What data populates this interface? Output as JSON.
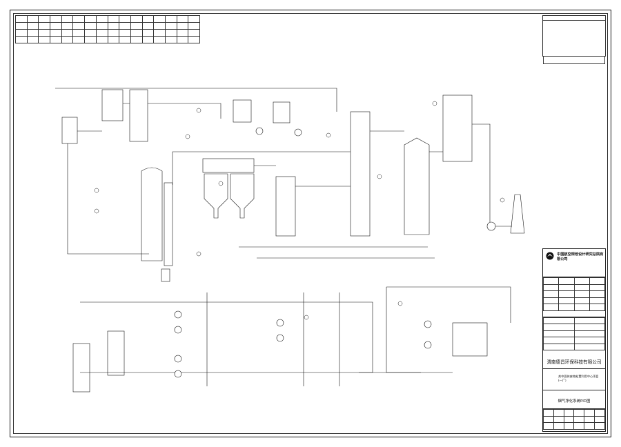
{
  "equipment_table": {
    "rows": [
      [
        "",
        "",
        "",
        "",
        "",
        "",
        "",
        "",
        "",
        "",
        "",
        "",
        "",
        "",
        "",
        ""
      ],
      [
        "",
        "",
        "",
        "",
        "",
        "",
        "",
        "",
        "",
        "",
        "",
        "",
        "",
        "",
        "",
        ""
      ],
      [
        "",
        "",
        "",
        "",
        "",
        "",
        "",
        "",
        "",
        "",
        "",
        "",
        "",
        "",
        "",
        ""
      ],
      [
        "",
        "",
        "",
        "",
        "",
        "",
        "",
        "",
        "",
        "",
        "",
        "",
        "",
        "",
        "",
        ""
      ]
    ]
  },
  "notes": {
    "heading": "",
    "body": "",
    "memo_label": ""
  },
  "title_block": {
    "org_name": "中国航空规划设计研究总院有限公司",
    "org_lines": [
      "",
      "",
      ""
    ],
    "grid_rows": [
      [
        "",
        "",
        "",
        ""
      ],
      [
        "",
        "",
        "",
        ""
      ],
      [
        "",
        "",
        "",
        ""
      ],
      [
        "",
        "",
        "",
        ""
      ],
      [
        "",
        "",
        "",
        ""
      ]
    ],
    "approval_label": "",
    "approval_rows": [
      [
        "",
        ""
      ],
      [
        "",
        ""
      ],
      [
        "",
        ""
      ],
      [
        "",
        ""
      ],
      [
        "",
        ""
      ]
    ],
    "client_label": "",
    "client_name": "渭南德昌环保科技有限公司",
    "project_label": "",
    "project_name_line1": "关中固体废物处置利用中心项目",
    "project_name_line2": "(一厂)",
    "drawing_label": "",
    "drawing_name": "烟气净化系统PID图",
    "footer_rows": [
      [
        "",
        "",
        "",
        "",
        "",
        ""
      ],
      [
        "",
        "",
        "",
        "",
        "",
        ""
      ],
      [
        "",
        "",
        "",
        "",
        "",
        ""
      ]
    ]
  },
  "diagram_labels": [
    {
      "id": "lbl-01",
      "text": ""
    },
    {
      "id": "lbl-02",
      "text": ""
    },
    {
      "id": "lbl-03",
      "text": ""
    },
    {
      "id": "lbl-04",
      "text": ""
    },
    {
      "id": "lbl-05",
      "text": ""
    },
    {
      "id": "lbl-06",
      "text": ""
    },
    {
      "id": "lbl-07",
      "text": ""
    },
    {
      "id": "lbl-08",
      "text": ""
    },
    {
      "id": "lbl-09",
      "text": ""
    },
    {
      "id": "lbl-10",
      "text": ""
    },
    {
      "id": "lbl-11",
      "text": ""
    },
    {
      "id": "lbl-12",
      "text": ""
    },
    {
      "id": "lbl-13",
      "text": ""
    },
    {
      "id": "lbl-14",
      "text": ""
    },
    {
      "id": "lbl-15",
      "text": ""
    },
    {
      "id": "lbl-16",
      "text": ""
    },
    {
      "id": "lbl-17",
      "text": ""
    },
    {
      "id": "lbl-18",
      "text": ""
    }
  ]
}
